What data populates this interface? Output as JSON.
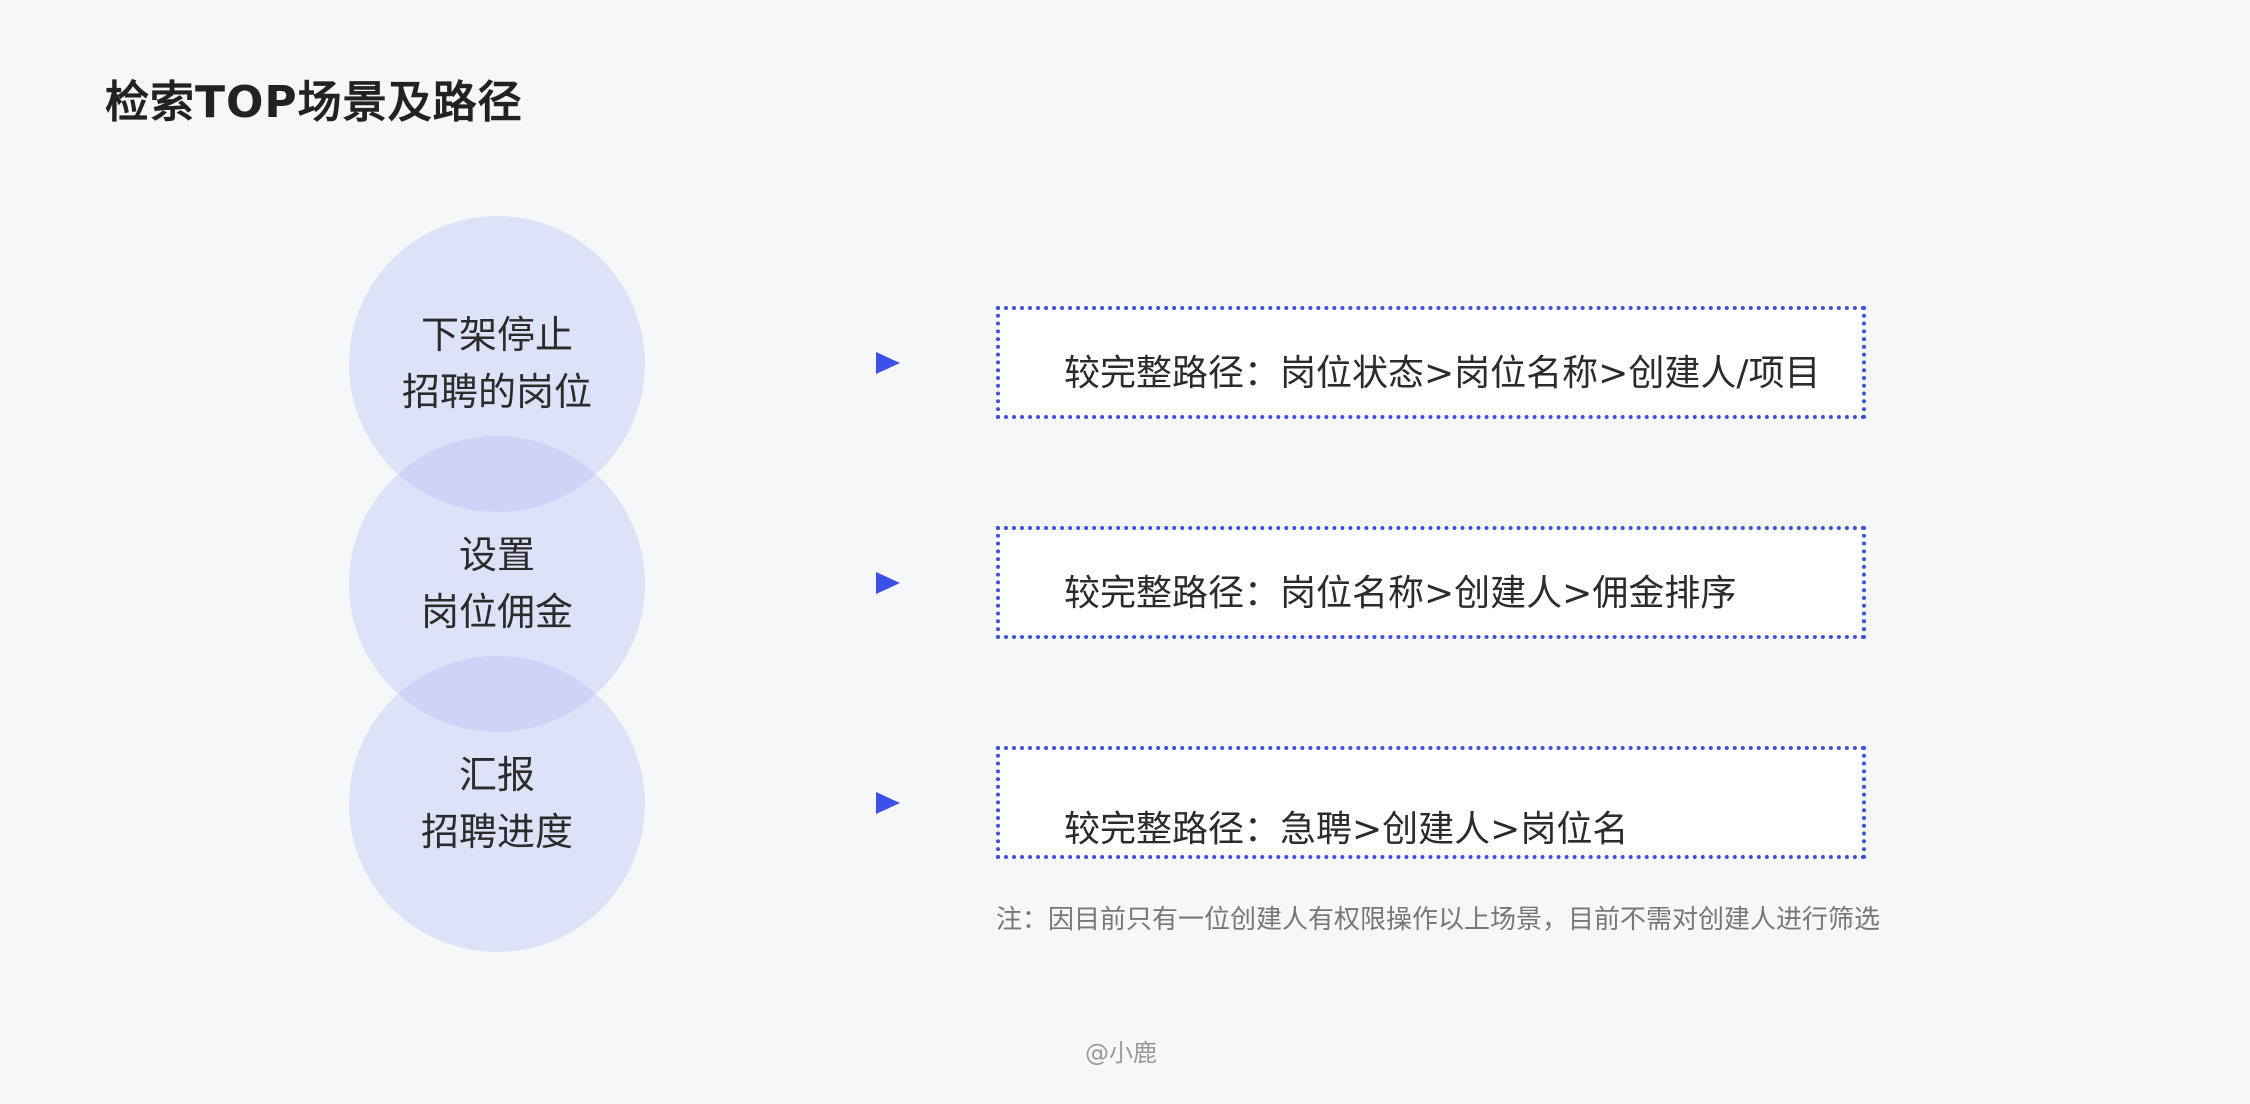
{
  "title": "检索TOP场景及路径",
  "colors": {
    "background": "#f6f7f9",
    "circle_fill": "#c5ccf6",
    "accent_blue": "#3a50e6"
  },
  "scenarios": [
    {
      "name_lines": [
        "下架停止",
        "招聘的岗位"
      ],
      "path": "较完整路径：岗位状态>岗位名称>创建人/项目"
    },
    {
      "name_lines": [
        "设置",
        "岗位佣金"
      ],
      "path": "较完整路径：岗位名称>创建人>佣金排序"
    },
    {
      "name_lines": [
        "汇报",
        "招聘进度"
      ],
      "path": "较完整路径：急聘>创建人>岗位名"
    }
  ],
  "note": "注：因目前只有一位创建人有权限操作以上场景，目前不需对创建人进行筛选",
  "watermark": "@小鹿"
}
